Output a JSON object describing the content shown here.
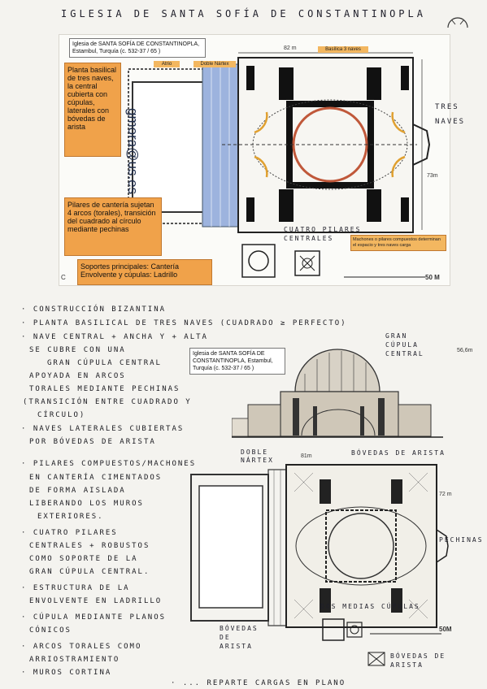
{
  "page": {
    "title": "IGLESIA DE SANTA SOFÍA DE CONSTANTINOPLA"
  },
  "top_plan": {
    "caption": "Iglesia de SANTA SOFÍA DE CONSTANTINOPLA, Estambul, Turquía (c. 532-37 / 65 )",
    "orange_note_1": "Planta basilical de tres naves, la central cubierta con cúpulas, laterales con bóvedas de arista",
    "orange_note_2": "Pilares de cantería sujetan 4 arcos (torales), transición del cuadrado al círculo mediante pechinas",
    "orange_note_3": "Soportes principales: Cantería Envolvente y cúpulas: Ladrillo",
    "label_atrio": "Atrio",
    "label_doble_nartex": "Doble Nártex",
    "label_basilica": "Basílica 3 naves",
    "dim_width": "82 m",
    "dim_height": "73m",
    "watermark": "gmora@us.es",
    "hand_tres_naves": "TRES NAVES",
    "hand_cuatro_pilares": "CUATRO PILARES CENTRALES",
    "note_machones": "Machones o pilares compuestos determinan el espacio y tres naves carga",
    "scale": "50 M",
    "corner_mark": "C"
  },
  "section": {
    "caption": "Iglesia de SANTA SOFÍA DE CONSTANTINOPLA, Estambul, Turquía (c. 532-37 / 65 )",
    "height": "56,6m",
    "hand_gran_cupula": "GRAN CÚPULA CENTRAL"
  },
  "bottom_plan": {
    "label_doble_nartex": "DOBLE NÁRTEX",
    "label_bovedas": "BÓVEDAS DE ARISTA",
    "dim_width": "81m",
    "dim_height": "72 m",
    "label_pechinas": "PECHINAS",
    "label_medias_cupulas": "DOS MEDIAS CÚPULAS",
    "label_bovedas_arista_bottom": "BÓVEDAS DE ARISTA",
    "scale": "50M",
    "legend": "BÓVEDAS DE ARISTA"
  },
  "notes": [
    "· CONSTRUCCIÓN BIZANTINA",
    "· PLANTA BASILICAL DE TRES NAVES (CUADRADO ≥ PERFECTO)",
    "· NAVE CENTRAL + ANCHA Y + ALTA",
    "SE CUBRE CON UNA",
    "GRAN CÚPULA CENTRAL",
    "APOYADA EN ARCOS",
    "TORALES MEDIANTE PECHINAS",
    "(TRANSICIÓN ENTRE CUADRADO Y",
    "CÍRCULO)",
    "· NAVES LATERALES CUBIERTAS",
    "POR BÓVEDAS DE ARISTA",
    "· PILARES COMPUESTOS/MACHONES",
    "EN CANTERÍA CIMENTADOS",
    "DE FORMA AISLADA",
    "LIBERANDO LOS MUROS",
    "EXTERIORES.",
    "· CUATRO PILARES",
    "CENTRALES + ROBUSTOS",
    "COMO SOPORTE DE LA",
    "GRAN CÚPULA CENTRAL.",
    "· ESTRUCTURA DE LA",
    "ENVOLVENTE EN LADRILLO",
    "· CÚPULA MEDIANTE PLANOS",
    "CÓNICOS",
    "· ARCOS TORALES COMO",
    "ARRIOSTRAMIENTO",
    "· MUROS CORTINA",
    "· ... REPARTE CARGAS EN PLANO"
  ],
  "colors": {
    "orange": "#f0a24a",
    "blue_narthex": "#9db3de",
    "pier_black": "#111111",
    "dome_ring": "#c0583a",
    "half_dome": "#e0a030"
  }
}
